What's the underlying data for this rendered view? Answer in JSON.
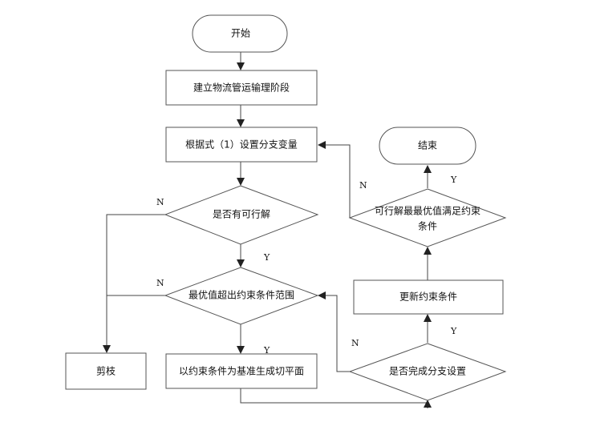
{
  "nodes": {
    "start": "开始",
    "build_stage": "建立物流管运输理阶段",
    "set_branch": "根据式（1）设置分支变量",
    "feasible_decision": "是否有可行解",
    "optimal_exceeds": "最优值超出约束条件范围",
    "prune": "剪枝",
    "generate_cut": "以约束条件为基准生成切平面",
    "branch_done": "是否完成分支设置",
    "update_constraints": "更新约束条件",
    "satisfies_line1": "可行解最最优值满足约束",
    "satisfies_line2": "条件",
    "end": "结束"
  },
  "edge_labels": {
    "yes": "Y",
    "no": "N"
  },
  "colors": {
    "stroke": "#555555",
    "arrow": "#222222",
    "text": "#111111",
    "background": "#ffffff"
  }
}
